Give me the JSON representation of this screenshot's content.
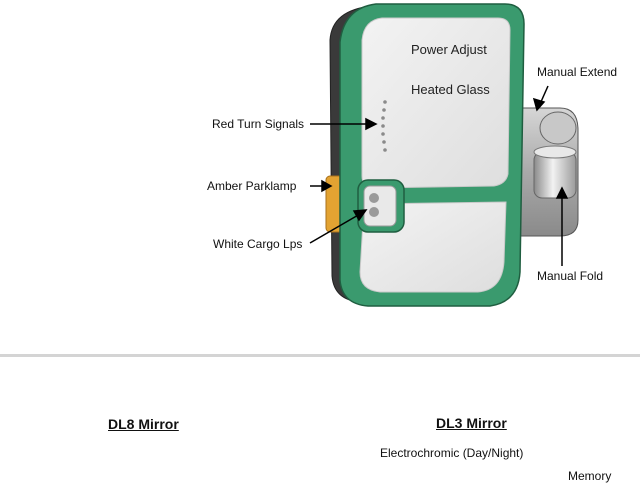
{
  "top_labels": {
    "power_adjust": "Power Adjust",
    "heated_glass": "Heated Glass",
    "manual_extend": "Manual Extend",
    "red_turn_signals": "Red Turn Signals",
    "amber_parklamp": "Amber Parklamp",
    "white_cargo_lps": "White Cargo Lps",
    "manual_fold": "Manual Fold"
  },
  "bottom": {
    "dl8_heading": "DL8 Mirror",
    "dl3_heading": "DL3 Mirror",
    "electrochromic": "Electrochromic (Day/Night)",
    "memory": "Memory"
  },
  "colors": {
    "frame_green": "#3a9a6e",
    "housing": "#3a3a3a",
    "arm_gray": "#bdbdbd",
    "glass": "#e9e9e9",
    "amber": "#e3a332",
    "divider": "#d4d4d4"
  }
}
